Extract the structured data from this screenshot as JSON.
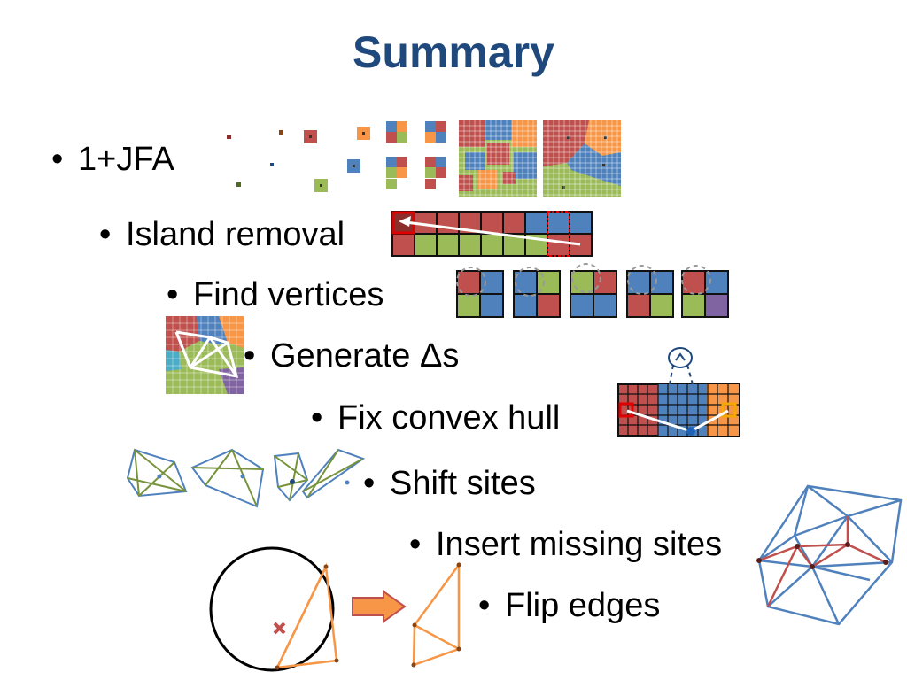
{
  "title": "Summary",
  "bullets": [
    "1+JFA",
    "Island removal",
    "Find vertices",
    "Generate Δs",
    "Fix convex hull",
    "Shift sites",
    "Insert missing sites",
    "Flip edges"
  ],
  "bullet_marker": "•",
  "colors": {
    "title": "#1F497D",
    "red": "#C0504D",
    "green": "#9BBB59",
    "blue": "#4F81BD",
    "orange": "#F79646",
    "purple": "#8064A2",
    "cyan": "#4BACC6"
  }
}
